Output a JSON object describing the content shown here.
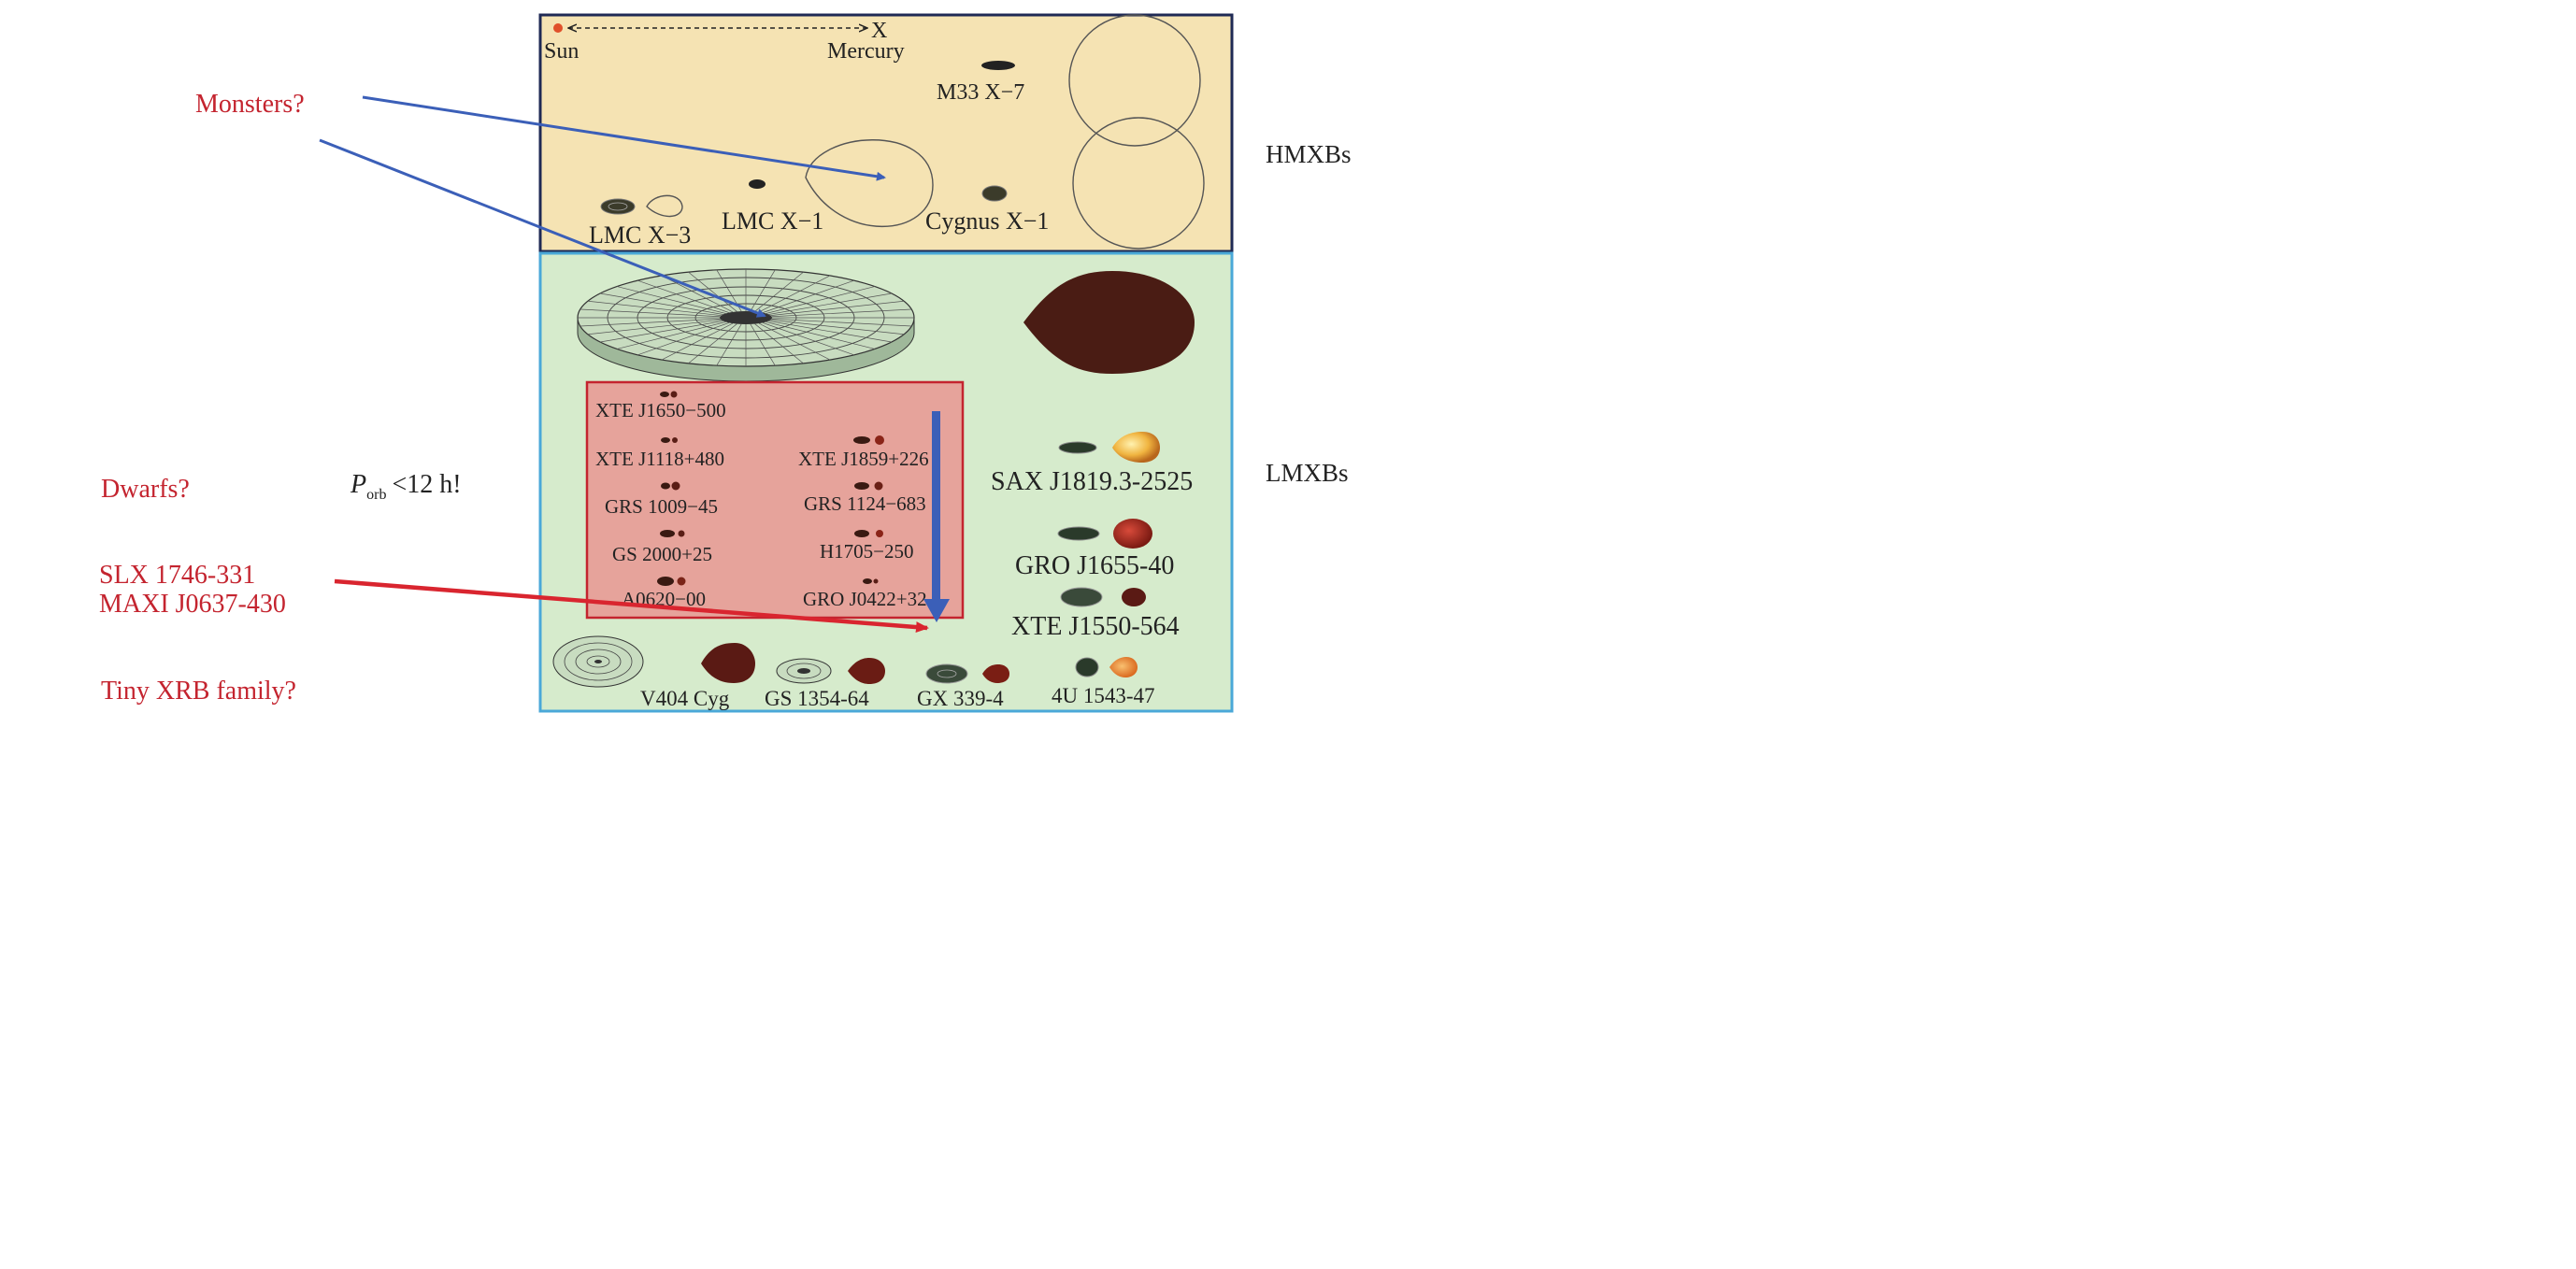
{
  "side_labels": {
    "monsters": "Monsters?",
    "dwarfs": "Dwarfs?",
    "slx": "SLX 1746-331",
    "maxi": "MAXI J0637-430",
    "tiny": "Tiny XRB family?",
    "porb_symbol": "P",
    "porb_sub": "orb",
    "porb_rest": "<12 h!",
    "hmxbs": "HMXBs",
    "lmxbs": "LMXBs"
  },
  "hmxb_panel": {
    "sun": "Sun",
    "x_mark": "X",
    "mercury": "Mercury",
    "m33": "M33 X−7",
    "lmcx3": "LMC X−3",
    "lmcx1": "LMC X−1",
    "cygx1": "Cygnus X−1"
  },
  "short_period": {
    "left": [
      "XTE J1650−500",
      "XTE J1118+480",
      "GRS 1009−45",
      "GS 2000+25",
      "A0620−00"
    ],
    "right": [
      "XTE J1859+226",
      "GRS 1124−683",
      "H1705−250",
      "GRO J0422+32"
    ]
  },
  "lmxb_panel": {
    "sax": "SAX J1819.3-2525",
    "gro1655": "GRO J1655-40",
    "xte1550": "XTE J1550-564",
    "v404": "V404 Cyg",
    "gs1354": "GS 1354-64",
    "gx339": "GX 339-4",
    "u1543": "4U 1543-47"
  },
  "colors": {
    "hmxb_fill": "#f5e3b3",
    "hmxb_border": "#1f2a55",
    "lmxb_fill": "#d6ebcc",
    "lmxb_border": "#4aa8d8",
    "short_fill": "#e6a39b",
    "short_border": "#c4242f",
    "label_red": "#c4242f",
    "arrow_blue": "#3b5fb8",
    "arrow_red": "#d9252f",
    "star_dark": "#4a1c14",
    "disk_green": "#c8dcc0"
  }
}
